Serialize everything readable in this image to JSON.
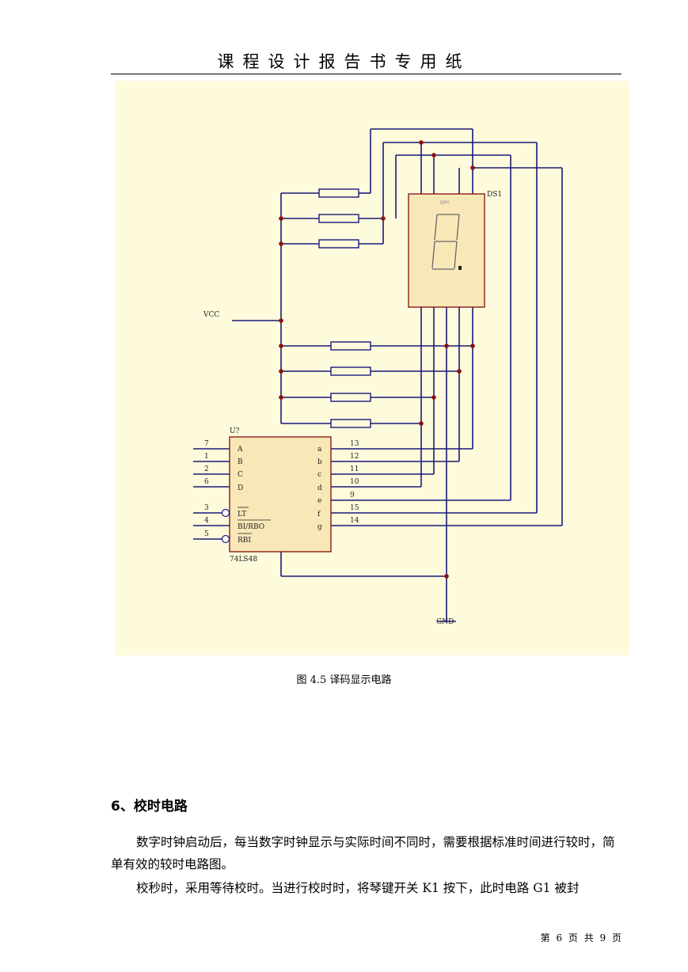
{
  "header": {
    "title": "课程设计报告书专用纸"
  },
  "figure": {
    "caption": "图 4.5  译码显示电路",
    "labels": {
      "vcc": "VCC",
      "gnd": "GND",
      "chip_ref": "U?",
      "chip_part": "74LS48",
      "display_ref": "DS1",
      "display_part": "DPY",
      "inputs": [
        "A",
        "B",
        "C",
        "D"
      ],
      "input_pins": [
        "7",
        "1",
        "2",
        "6"
      ],
      "control_labels": [
        "LT",
        "BI/RBO",
        "RBI"
      ],
      "control_pins": [
        "3",
        "4",
        "5"
      ],
      "outputs": [
        "a",
        "b",
        "c",
        "d",
        "e",
        "f",
        "g"
      ],
      "output_pins": [
        "13",
        "12",
        "11",
        "10",
        "9",
        "15",
        "14"
      ]
    }
  },
  "section": {
    "heading": "6、校时电路",
    "paragraphs": [
      "数字时钟启动后，每当数字时钟显示与实际时间不同时，需要根据标准时间进行较时，简单有效的较时电路图。",
      "校秒时，采用等待校时。当进行校时时，将琴键开关 K1 按下，此时电路 G1 被封"
    ]
  },
  "footer": {
    "page_text": "第 6 页 共 9 页"
  },
  "colors": {
    "wire": "#1a1a7a",
    "node": "#8b1010",
    "component_fill": "#f8e8b8",
    "component_stroke": "#8b1a1a",
    "background": "#fdfbdc"
  }
}
